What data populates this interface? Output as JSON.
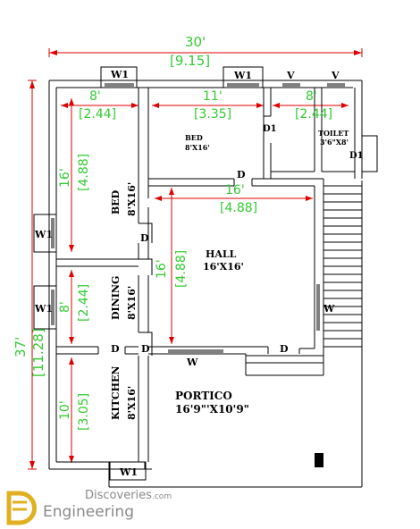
{
  "dimensions": {
    "width_ft": "30'",
    "width_m": "[9.15]",
    "height_ft": "37'",
    "height_m": "[11.28]",
    "bed1_w_ft": "8'",
    "bed1_w_m": "[2.44]",
    "bed2_w_ft": "11'",
    "bed2_w_m": "[3.35]",
    "toilet_w_ft": "8'",
    "toilet_w_m": "[2.44]",
    "bed1_h_ft": "16'",
    "bed1_h_m": "[4.88]",
    "hall_w_ft": "16'",
    "hall_w_m": "[4.88]",
    "hall_h_ft": "16'",
    "hall_h_m": "[4.88]",
    "dining_h_ft": "8'",
    "dining_h_m": "[2.44]",
    "kitchen_h_ft": "10'",
    "kitchen_h_m": "[3.05]"
  },
  "rooms": {
    "bed_top_name": "BED",
    "bed_top_size": "8'X16'",
    "toilet_name": "TOILET",
    "toilet_size": "3'6\"X8'",
    "bed_left_name": "BED",
    "bed_left_size": "8'X16'",
    "hall_name": "HALL",
    "hall_size": "16'X16'",
    "dining_name": "DINING",
    "dining_size": "8'X16'",
    "kitchen_name": "KITCHEN",
    "kitchen_size": "8'X16'",
    "portico_name": "PORTICO",
    "portico_size": "16'9\"'X10'9\""
  },
  "labels": {
    "w1": "W1",
    "w": "W",
    "v": "V",
    "d": "D",
    "d1": "D1"
  },
  "watermark": {
    "brand": "Discoveries",
    "domain": ".com",
    "sub": "Engineering"
  }
}
